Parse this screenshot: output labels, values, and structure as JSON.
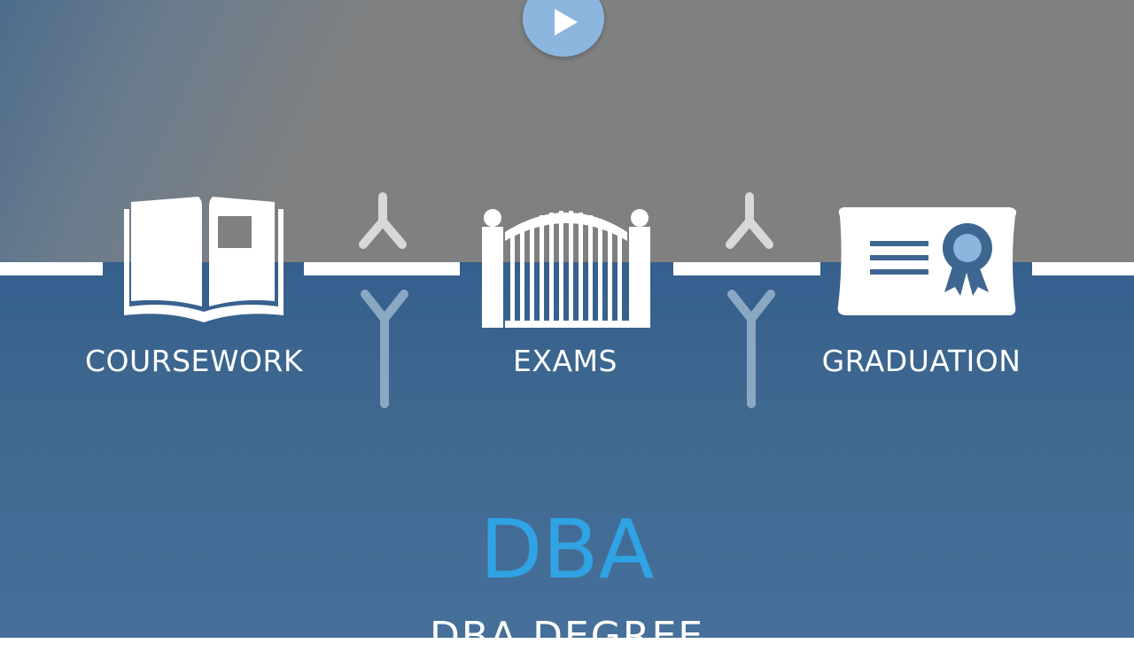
{
  "stages": [
    {
      "label": "COURSEWORK",
      "icon": "open-book-icon"
    },
    {
      "label": "EXAMS",
      "icon": "gate-icon"
    },
    {
      "label": "GRADUATION",
      "icon": "diploma-icon"
    }
  ],
  "title": "DBA",
  "subtitle": "DBA DEGREE",
  "colors": {
    "accent": "#2fa3e4",
    "play_button": "#8db6df",
    "icon_fill": "#ffffff",
    "lower_panel": "#3a6590",
    "upper_panel": "#808080"
  }
}
